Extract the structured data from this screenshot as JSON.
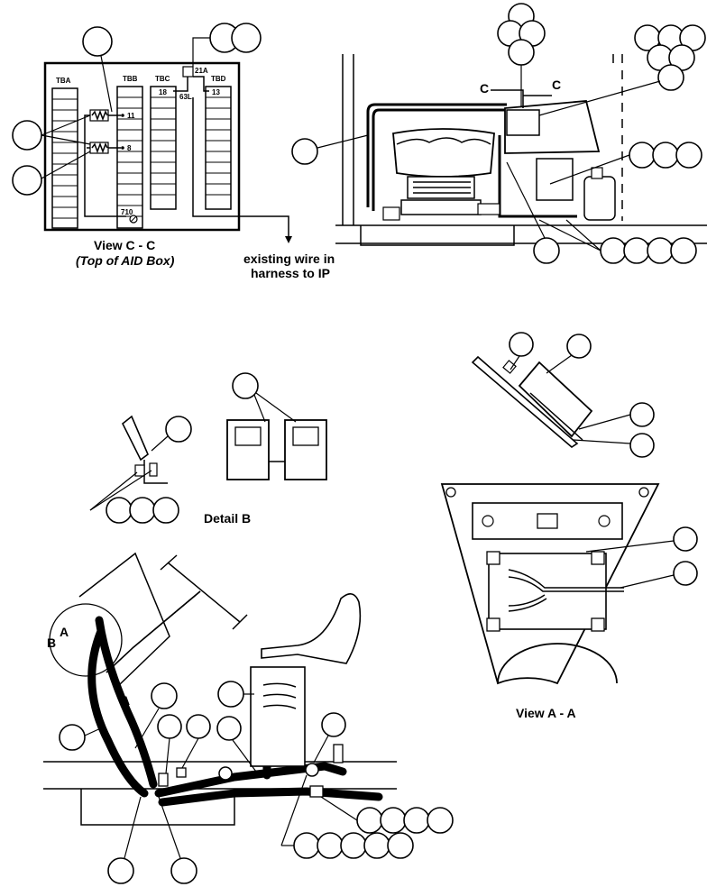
{
  "view_cc": {
    "title": "View C - C",
    "subtitle": "(Top of AID Box)",
    "terminal_blocks": [
      "TBA",
      "TBB",
      "TBC",
      "TBD"
    ],
    "wire_labels": {
      "w11": "11",
      "w8": "8",
      "w710": "710",
      "w21a": "21A",
      "w18": "18",
      "w63l": "63L",
      "w13": "13"
    },
    "note": [
      "existing wire in",
      "harness to IP"
    ]
  },
  "right_top": {
    "section_c_left": "C",
    "section_c_right": "C"
  },
  "detail_b": {
    "title": "Detail B"
  },
  "view_aa": {
    "title": "View A - A"
  },
  "bottom": {
    "label_a1": "A",
    "label_a2": "A",
    "label_b": "B"
  }
}
